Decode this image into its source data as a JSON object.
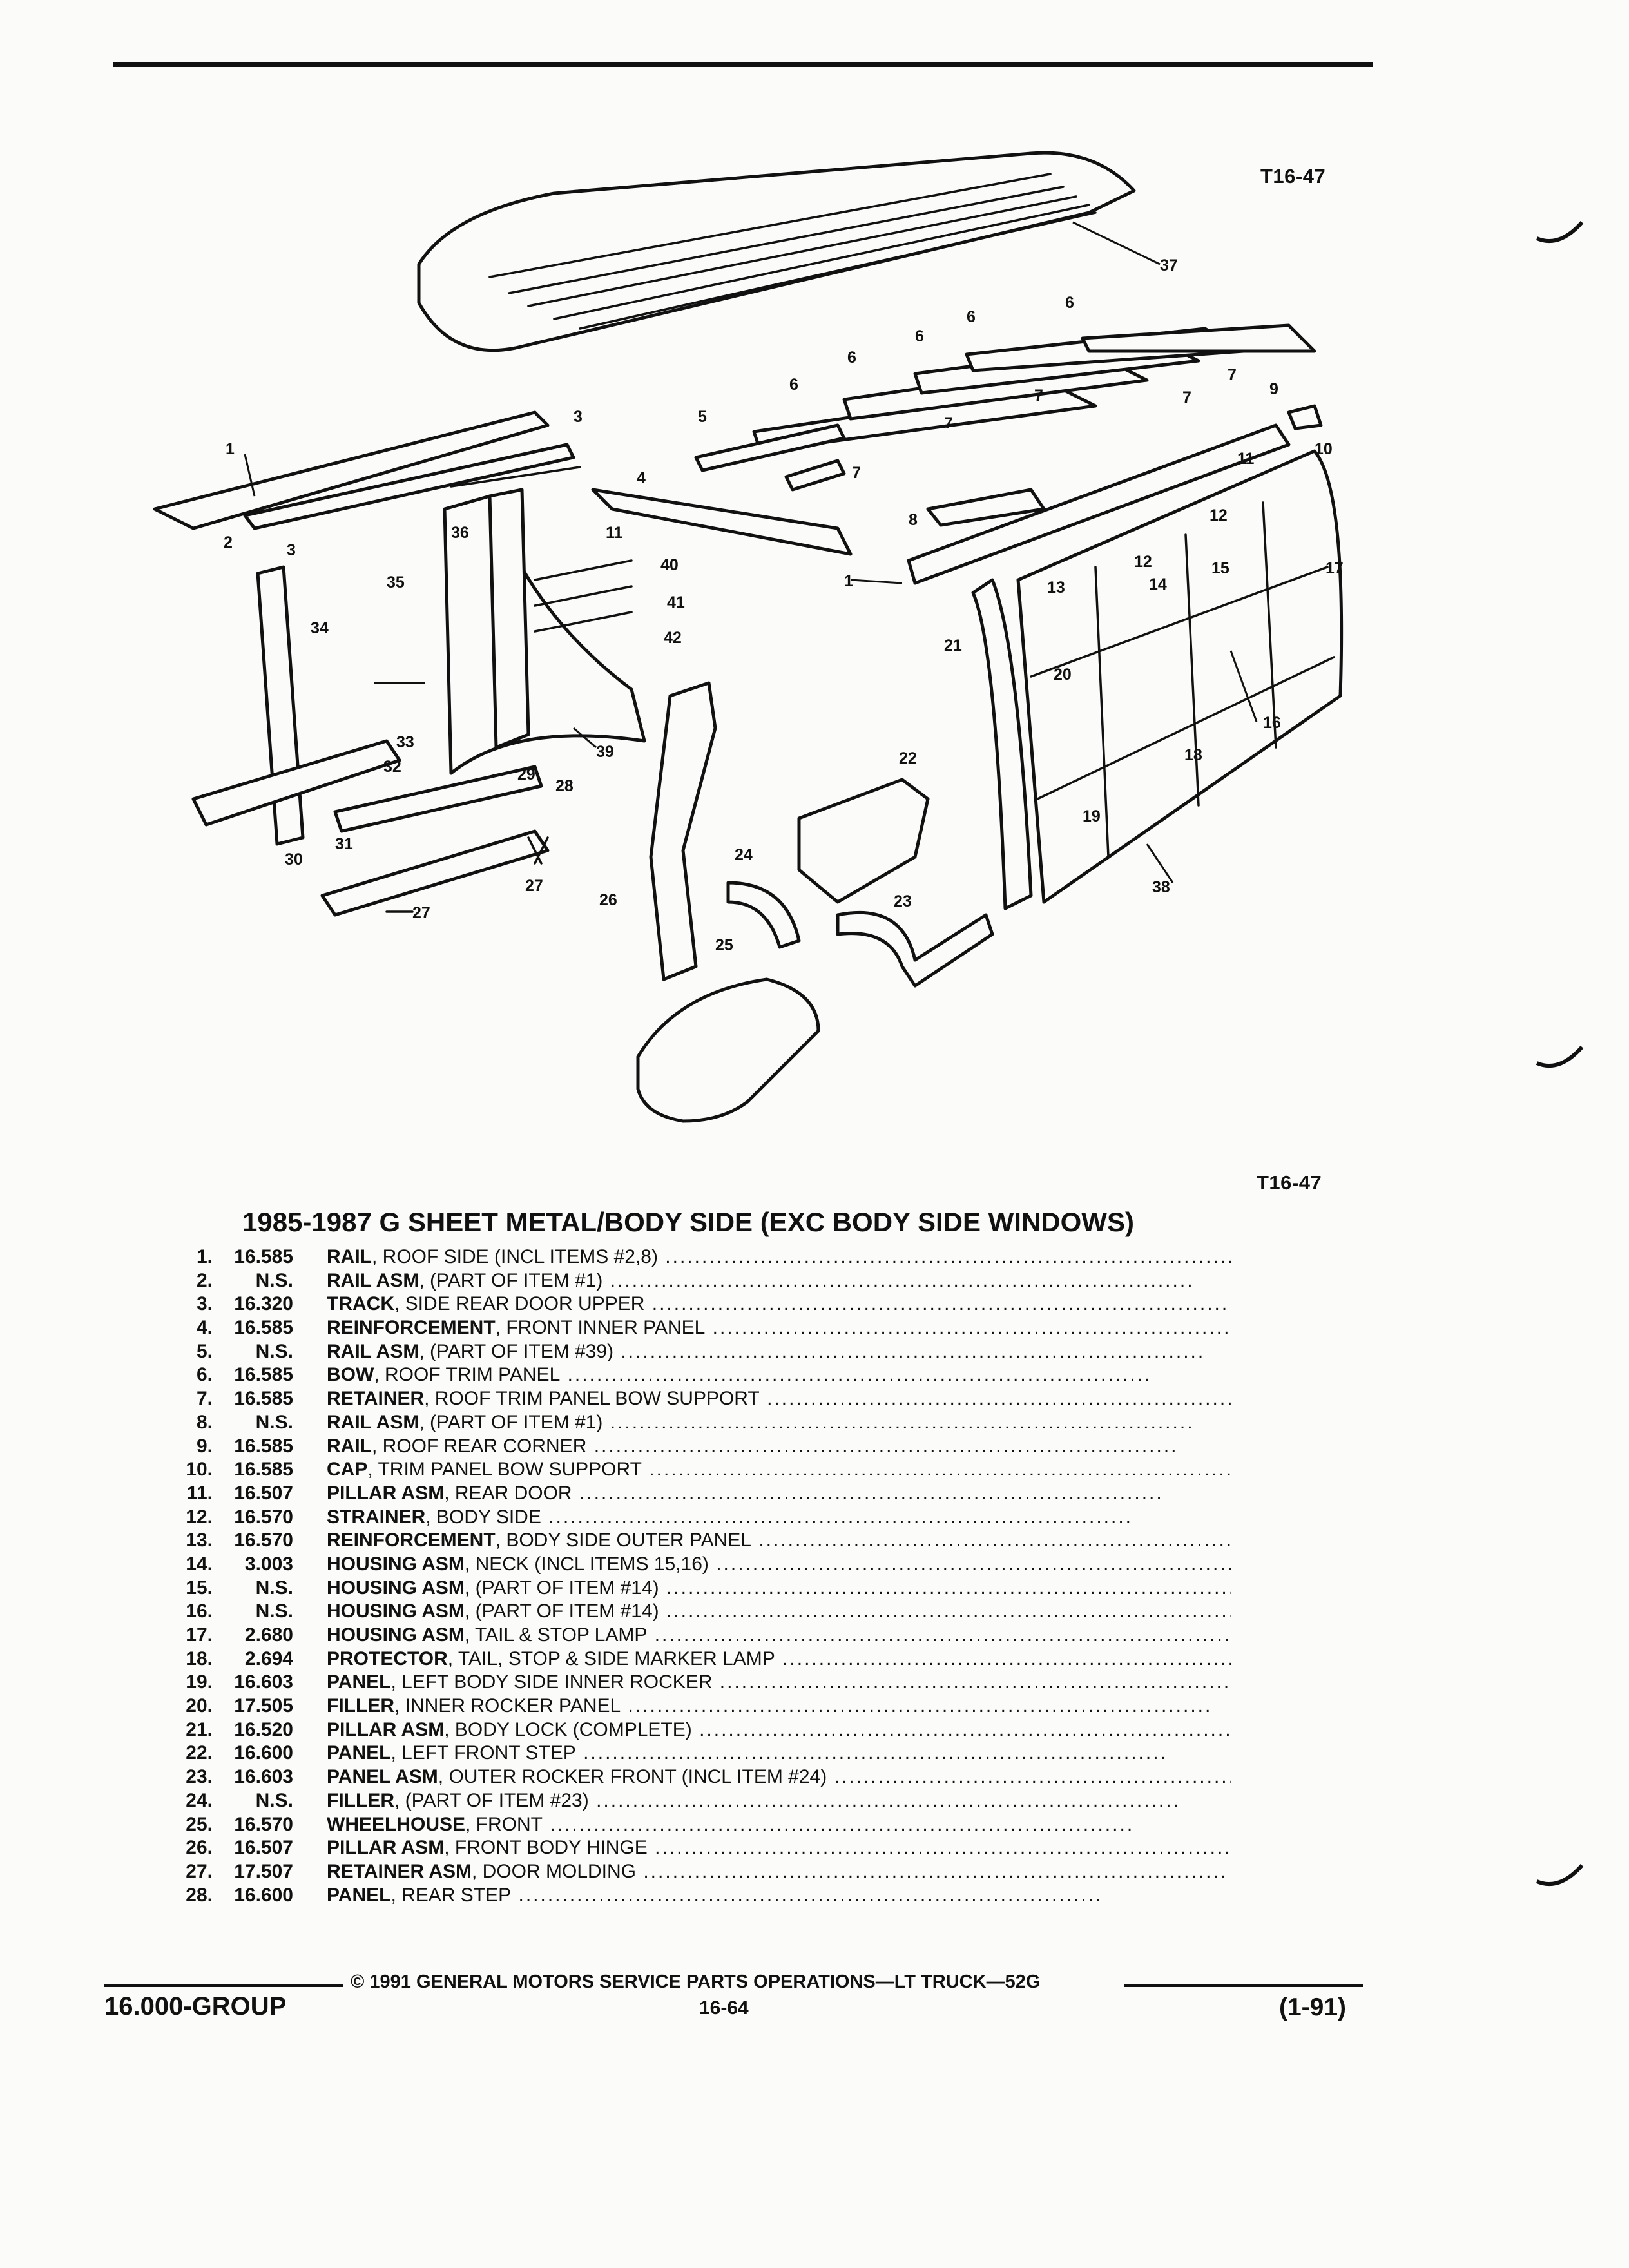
{
  "figure_code_top": "T16-47",
  "figure_code_bottom": "T16-47",
  "callouts": [
    "1",
    "2",
    "3",
    "3",
    "4",
    "5",
    "6",
    "6",
    "6",
    "6",
    "6",
    "7",
    "7",
    "7",
    "7",
    "7",
    "8",
    "9",
    "10",
    "11",
    "11",
    "12",
    "12",
    "13",
    "14",
    "15",
    "16",
    "17",
    "18",
    "19",
    "20",
    "21",
    "22",
    "23",
    "24",
    "25",
    "26",
    "27",
    "27",
    "28",
    "29",
    "30",
    "31",
    "32",
    "33",
    "34",
    "35",
    "36",
    "37",
    "38",
    "39",
    "40",
    "41",
    "42",
    "1"
  ],
  "title": "1985-1987 G SHEET METAL/BODY SIDE (EXC BODY SIDE WINDOWS)",
  "parts": [
    {
      "num": "1.",
      "part_no": "16.585",
      "name": "RAIL",
      "desc": ", ROOF SIDE (INCL ITEMS #2,8)"
    },
    {
      "num": "2.",
      "part_no": "N.S.",
      "name": "RAIL ASM",
      "desc": ", (PART OF ITEM #1)"
    },
    {
      "num": "3.",
      "part_no": "16.320",
      "name": "TRACK",
      "desc": ", SIDE REAR DOOR UPPER"
    },
    {
      "num": "4.",
      "part_no": "16.585",
      "name": "REINFORCEMENT",
      "desc": ", FRONT INNER PANEL"
    },
    {
      "num": "5.",
      "part_no": "N.S.",
      "name": "RAIL ASM",
      "desc": ", (PART OF ITEM #39)"
    },
    {
      "num": "6.",
      "part_no": "16.585",
      "name": "BOW",
      "desc": ", ROOF TRIM PANEL"
    },
    {
      "num": "7.",
      "part_no": "16.585",
      "name": "RETAINER",
      "desc": ", ROOF TRIM PANEL BOW SUPPORT"
    },
    {
      "num": "8.",
      "part_no": "N.S.",
      "name": "RAIL ASM",
      "desc": ", (PART OF ITEM #1)"
    },
    {
      "num": "9.",
      "part_no": "16.585",
      "name": "RAIL",
      "desc": ", ROOF REAR CORNER"
    },
    {
      "num": "10.",
      "part_no": "16.585",
      "name": "CAP",
      "desc": ", TRIM PANEL BOW SUPPORT"
    },
    {
      "num": "11.",
      "part_no": "16.507",
      "name": "PILLAR ASM",
      "desc": ", REAR DOOR"
    },
    {
      "num": "12.",
      "part_no": "16.570",
      "name": "STRAINER",
      "desc": ", BODY SIDE"
    },
    {
      "num": "13.",
      "part_no": "16.570",
      "name": "REINFORCEMENT",
      "desc": ", BODY SIDE OUTER PANEL"
    },
    {
      "num": "14.",
      "part_no": "3.003",
      "name": "HOUSING ASM",
      "desc": ", NECK (INCL ITEMS 15,16)"
    },
    {
      "num": "15.",
      "part_no": "N.S.",
      "name": "HOUSING ASM",
      "desc": ", (PART OF ITEM #14)"
    },
    {
      "num": "16.",
      "part_no": "N.S.",
      "name": "HOUSING ASM",
      "desc": ", (PART OF ITEM #14)"
    },
    {
      "num": "17.",
      "part_no": "2.680",
      "name": "HOUSING ASM",
      "desc": ", TAIL & STOP LAMP"
    },
    {
      "num": "18.",
      "part_no": "2.694",
      "name": "PROTECTOR",
      "desc": ", TAIL, STOP & SIDE MARKER LAMP"
    },
    {
      "num": "19.",
      "part_no": "16.603",
      "name": "PANEL",
      "desc": ", LEFT BODY SIDE INNER ROCKER"
    },
    {
      "num": "20.",
      "part_no": "17.505",
      "name": "FILLER",
      "desc": ", INNER ROCKER PANEL"
    },
    {
      "num": "21.",
      "part_no": "16.520",
      "name": "PILLAR ASM",
      "desc": ", BODY LOCK (COMPLETE)"
    },
    {
      "num": "22.",
      "part_no": "16.600",
      "name": "PANEL",
      "desc": ", LEFT FRONT STEP"
    },
    {
      "num": "23.",
      "part_no": "16.603",
      "name": "PANEL ASM",
      "desc": ", OUTER ROCKER FRONT (INCL ITEM #24)"
    },
    {
      "num": "24.",
      "part_no": "N.S.",
      "name": "FILLER",
      "desc": ", (PART OF ITEM #23)"
    },
    {
      "num": "25.",
      "part_no": "16.570",
      "name": "WHEELHOUSE",
      "desc": ", FRONT"
    },
    {
      "num": "26.",
      "part_no": "16.507",
      "name": "PILLAR ASM",
      "desc": ", FRONT BODY HINGE"
    },
    {
      "num": "27.",
      "part_no": "17.507",
      "name": "RETAINER ASM",
      "desc": ", DOOR MOLDING"
    },
    {
      "num": "28.",
      "part_no": "16.600",
      "name": "PANEL",
      "desc": ", REAR STEP"
    }
  ],
  "footer": {
    "copyright": "© 1991 GENERAL MOTORS SERVICE PARTS OPERATIONS—LT TRUCK—52G",
    "group": "16.000-GROUP",
    "page": "16-64",
    "date_code": "(1-91)"
  }
}
